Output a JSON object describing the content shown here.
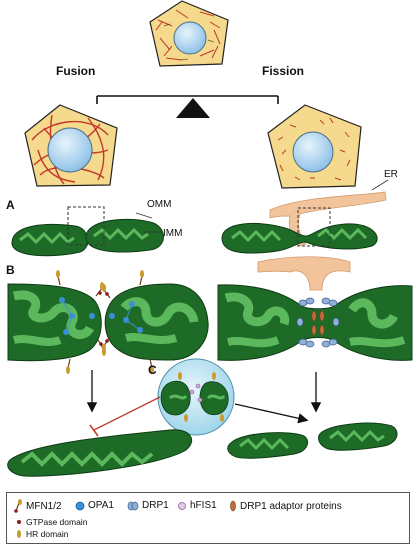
{
  "labels": {
    "fusion": "Fusion",
    "fission": "Fission",
    "panel_a": "A",
    "panel_b": "B",
    "panel_c": "C",
    "omm": "OMM",
    "imm": "IMM",
    "er": "ER"
  },
  "legend": {
    "mfn": "MFN1/2",
    "opa1": "OPA1",
    "drp1": "DRP1",
    "hfis1": "hFIS1",
    "adaptor": "DRP1 adaptor proteins",
    "gtpase": "GTPase domain",
    "hr": "HR domain"
  },
  "colors": {
    "mito_dark": "#1e6b28",
    "mito_light": "#5cb85c",
    "cell_fill": "#f5d98c",
    "nucleus": "#a9d2f0",
    "er": "#f2c49b",
    "mfn_red": "#c0392b",
    "opa1_blue": "#3b8fd9",
    "hr_gold": "#c89b2e"
  }
}
